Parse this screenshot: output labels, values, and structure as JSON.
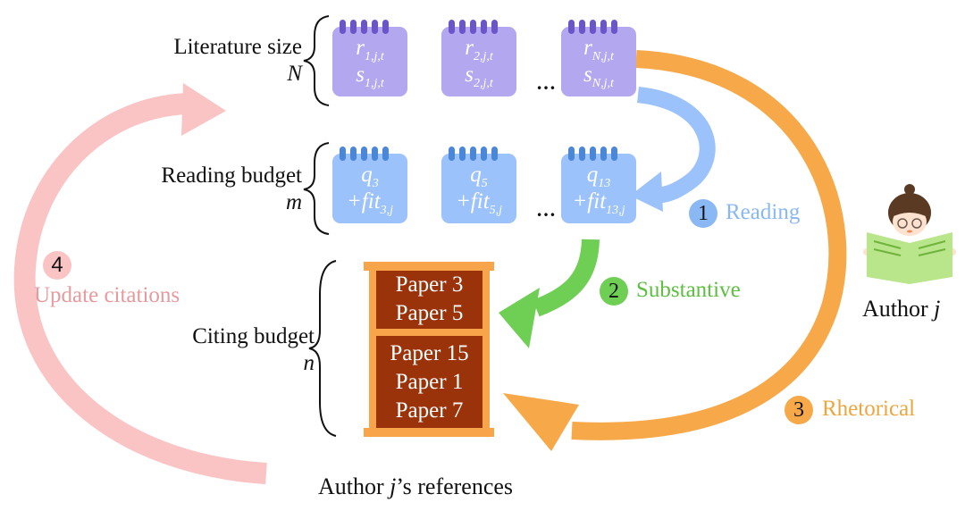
{
  "rows": {
    "literature": {
      "label": "Literature size",
      "symbol": "N",
      "cards": [
        {
          "line1": "r",
          "sub1": "1,j,t",
          "line2": "s",
          "sub2": "1,j,t"
        },
        {
          "line1": "r",
          "sub1": "2,j,t",
          "line2": "s",
          "sub2": "2,j,t"
        },
        {
          "line1": "r",
          "sub1": "N,j,t",
          "line2": "s",
          "sub2": "N,j,t"
        }
      ],
      "ellipsis": "…"
    },
    "reading": {
      "label": "Reading budget",
      "symbol": "m",
      "cards": [
        {
          "line1": "q",
          "sub1": "3",
          "line2": "+fit",
          "sub2": "3,j"
        },
        {
          "line1": "q",
          "sub1": "5",
          "line2": "+fit",
          "sub2": "5,j"
        },
        {
          "line1": "q",
          "sub1": "13",
          "line2": "+fit",
          "sub2": "13,j"
        }
      ],
      "ellipsis": "…"
    },
    "citing": {
      "label": "Citing budget",
      "symbol": "n",
      "shelf_top": [
        "Paper 3",
        "Paper 5"
      ],
      "shelf_bottom": [
        "Paper 15",
        "Paper 1",
        "Paper 7"
      ]
    }
  },
  "steps": [
    {
      "number": "1",
      "label": "Reading",
      "color": "#8ab8f5",
      "text_color": "#8ab8f5"
    },
    {
      "number": "2",
      "label": "Substantive",
      "color": "#6fcf55",
      "text_color": "#5cbf3f"
    },
    {
      "number": "3",
      "label": "Rhetorical",
      "color": "#f7a94a",
      "text_color": "#eda63f"
    },
    {
      "number": "4",
      "label": "Update citations",
      "color": "#fbc4c4",
      "text_color": "#e69a9e"
    }
  ],
  "author": {
    "label_prefix": "Author ",
    "label_var": "j"
  },
  "references_caption": {
    "prefix": "Author ",
    "var": "j",
    "suffix": "’s references"
  },
  "colors": {
    "card_purple": "#b3a8f0",
    "card_blue": "#9cc2fb",
    "shelf_frame": "#f7a44b",
    "shelf_fill": "#9a320a"
  }
}
